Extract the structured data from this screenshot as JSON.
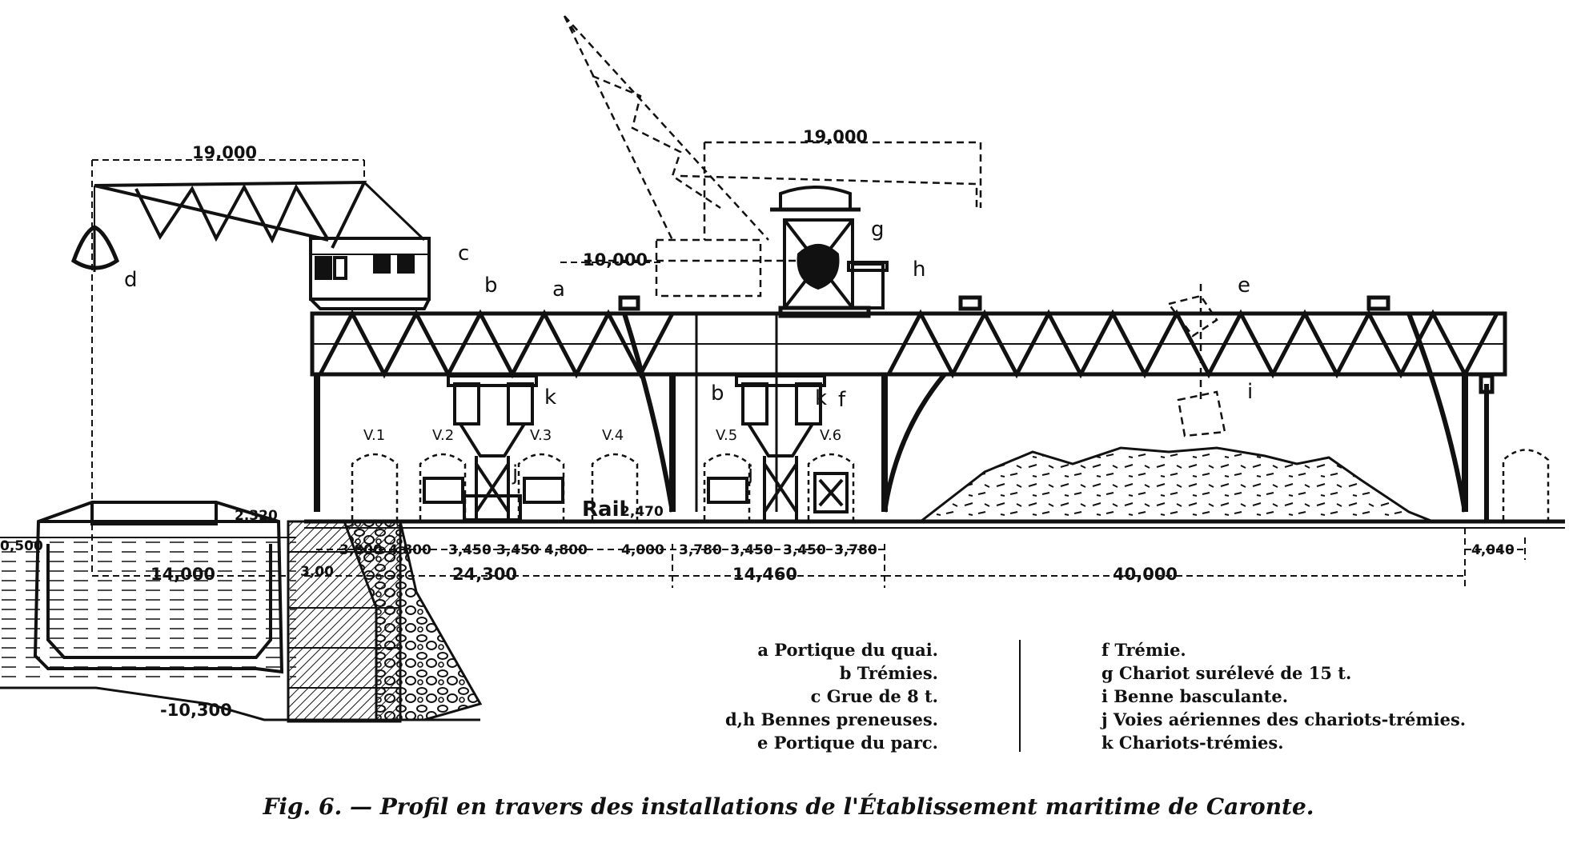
{
  "caption": "Fig. 6. — Profil en travers des installations de l'Établissement maritime de Caronte.",
  "letters": {
    "a": "a",
    "b": "b",
    "c": "c",
    "d": "d",
    "e": "e",
    "f": "f",
    "g": "g",
    "h": "h",
    "i": "i",
    "j": "j",
    "k": "k"
  },
  "dimensions": {
    "crane_reach_left": "19,000",
    "crane_reach_right": "19,000",
    "crane_reach_dashed": "10,000",
    "ship_width": "14,000",
    "quay_gantry_span": "24,300",
    "mid_span": "14,460",
    "park_gantry_span": "40,000",
    "end_offset": "4,040",
    "level_quay": "2,320",
    "level_rail": "2,470",
    "level_water": "0,500",
    "level_bottom": "-10,300",
    "level_3": "3,00",
    "spacing": [
      "3,800",
      "4,800",
      "3,450",
      "3,450",
      "4,800",
      "4,000",
      "3,780",
      "3,450",
      "3,450",
      "3,780"
    ]
  },
  "rail_label": "Rail",
  "wagons": [
    "V.1",
    "V.2",
    "V.3",
    "V.4",
    "V.5",
    "V.6"
  ],
  "legend_left": [
    "a Portique du quai.",
    "b Trémies.",
    "c Grue de 8 t.",
    "d,h Bennes preneuses.",
    "e Portique du parc."
  ],
  "legend_right": [
    "f Trémie.",
    "g Chariot surélevé de 15 t.",
    "i Benne basculante.",
    "j Voies aériennes des chariots-trémies.",
    "k Chariots-trémies."
  ]
}
